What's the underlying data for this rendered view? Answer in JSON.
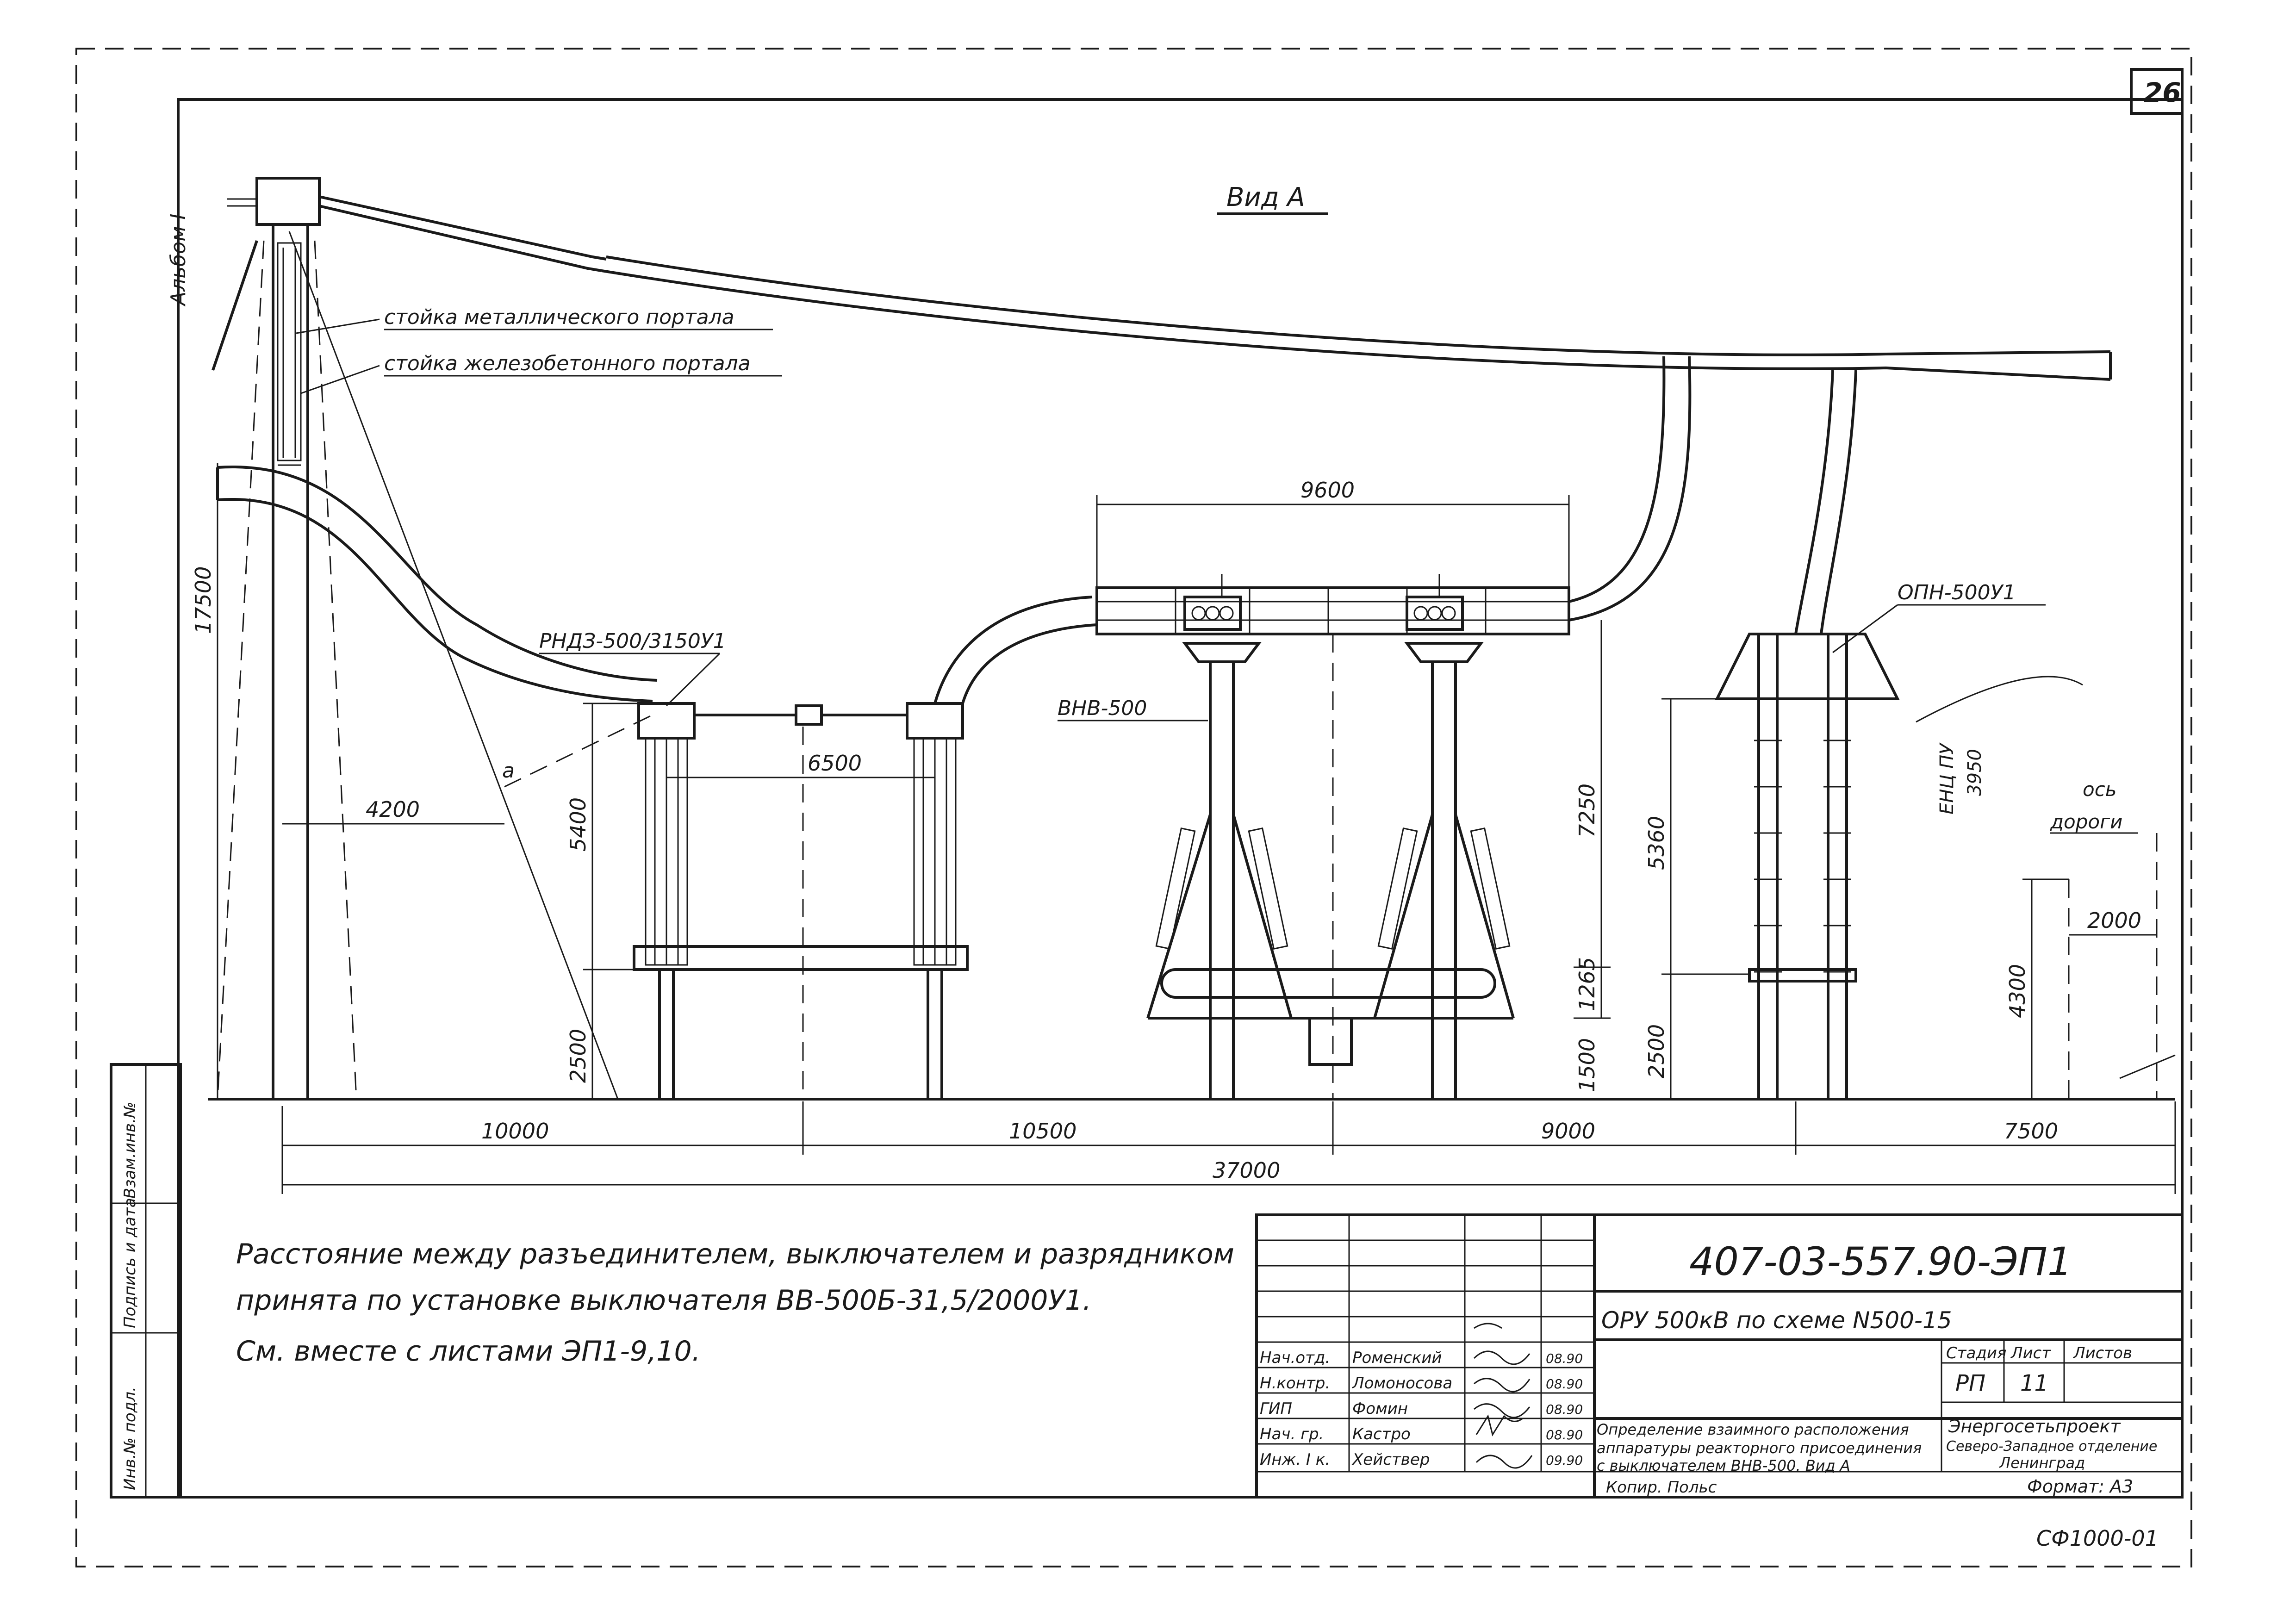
{
  "sheet_number": "26",
  "album_label": "Альбом I",
  "view_title": "Вид А",
  "labels": {
    "metal_portal": "стойка металлического портала",
    "concrete_portal": "стойка железобетонного портала",
    "disconnector": "РНДЗ-500/3150У1",
    "breaker": "ВНВ-500",
    "arrester": "ОПН-500У1",
    "point_a": "а",
    "ven_pu": "ЕНЦ ПУ",
    "r3950": "3950",
    "road_axis_1": "ось",
    "road_axis_2": "дороги"
  },
  "dimensions": {
    "d17500": "17500",
    "d4200": "4200",
    "d5400": "5400",
    "d2500a": "2500",
    "d6500": "6500",
    "d9600": "9600",
    "d7250": "7250",
    "d1265": "1265",
    "d1500": "1500",
    "d5360": "5360",
    "d2500b": "2500",
    "d4300": "4300",
    "d2000": "2000",
    "d10000": "10000",
    "d10500": "10500",
    "d9000": "9000",
    "d7500": "7500",
    "d37000": "37000"
  },
  "notes": {
    "line1": "Расстояние между разъединителем, выключателем и разрядником",
    "line2": "принята по установке выключателя ВВ-500Б-31,5/2000У1.",
    "line3": "См. вместе с листами ЭП1-9,10."
  },
  "side_stamp": {
    "inv_no": "Взам.инв.№",
    "signature_date": "Подпись и дата",
    "inv_podl": "Инв.№ подл."
  },
  "title_block": {
    "doc_code": "407-03-557.90-ЭП1",
    "project": "ОРУ 500кВ по схеме N500-15",
    "stage_header": "Стадия",
    "sheet_header": "Лист",
    "sheets_header": "Листов",
    "stage": "РП",
    "sheet": "11",
    "sheets": "",
    "description_1": "Определение взаимного расположения",
    "description_2": "аппаратуры реакторного присоединения",
    "description_3": "с выключателем ВНВ-500. Вид А",
    "org_1": "Энергосетьпроект",
    "org_2": "Северо-Западное отделение",
    "org_3": "Ленинград",
    "copied": "Копир. Польс",
    "format": "Формат: А3",
    "form_code": "СФ1000-01",
    "roles": [
      {
        "role": "Нач.отд.",
        "name": "Роменский",
        "date": "08.90"
      },
      {
        "role": "Н.контр.",
        "name": "Ломоносова",
        "date": "08.90"
      },
      {
        "role": "ГИП",
        "name": "Фомин",
        "date": "08.90"
      },
      {
        "role": "Нач. гр.",
        "name": "Кастро",
        "date": "08.90"
      },
      {
        "role": "Инж. I к.",
        "name": "Хействер",
        "date": "09.90"
      }
    ]
  }
}
